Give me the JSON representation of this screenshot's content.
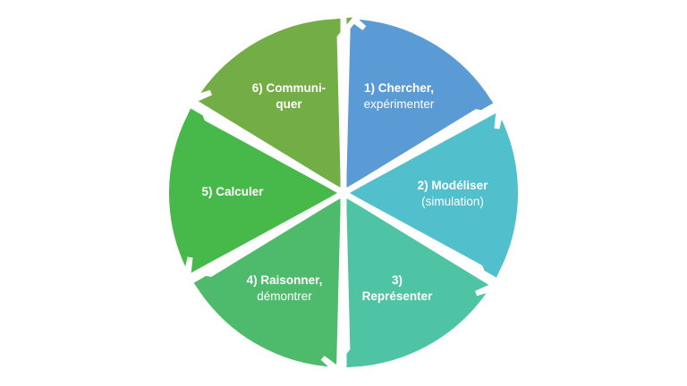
{
  "cycle": {
    "segments": [
      {
        "id": "chercher",
        "color": "#5B9BD5",
        "line1": "1) Chercher,",
        "line2": "expérimenter",
        "line1_bold": true,
        "line2_bold": false
      },
      {
        "id": "modeliser",
        "color": "#52BFCC",
        "line1": "2) Modéliser",
        "line2": "(simulation)",
        "line1_bold": true,
        "line2_bold": false
      },
      {
        "id": "representer",
        "color": "#4FC4A4",
        "line1": "3)",
        "line2": "Représenter",
        "line1_bold": true,
        "line2_bold": true
      },
      {
        "id": "raisonner",
        "color": "#4EBB6C",
        "line1": "4) Raisonner,",
        "line2": "démontrer",
        "line1_bold": true,
        "line2_bold": false
      },
      {
        "id": "calculer",
        "color": "#47B84A",
        "line1": "5) Calculer",
        "line2": "",
        "line1_bold": true,
        "line2_bold": false
      },
      {
        "id": "communiquer",
        "color": "#72AD45",
        "line1": "6) Communi-",
        "line2": "quer",
        "line1_bold": true,
        "line2_bold": true
      }
    ]
  }
}
